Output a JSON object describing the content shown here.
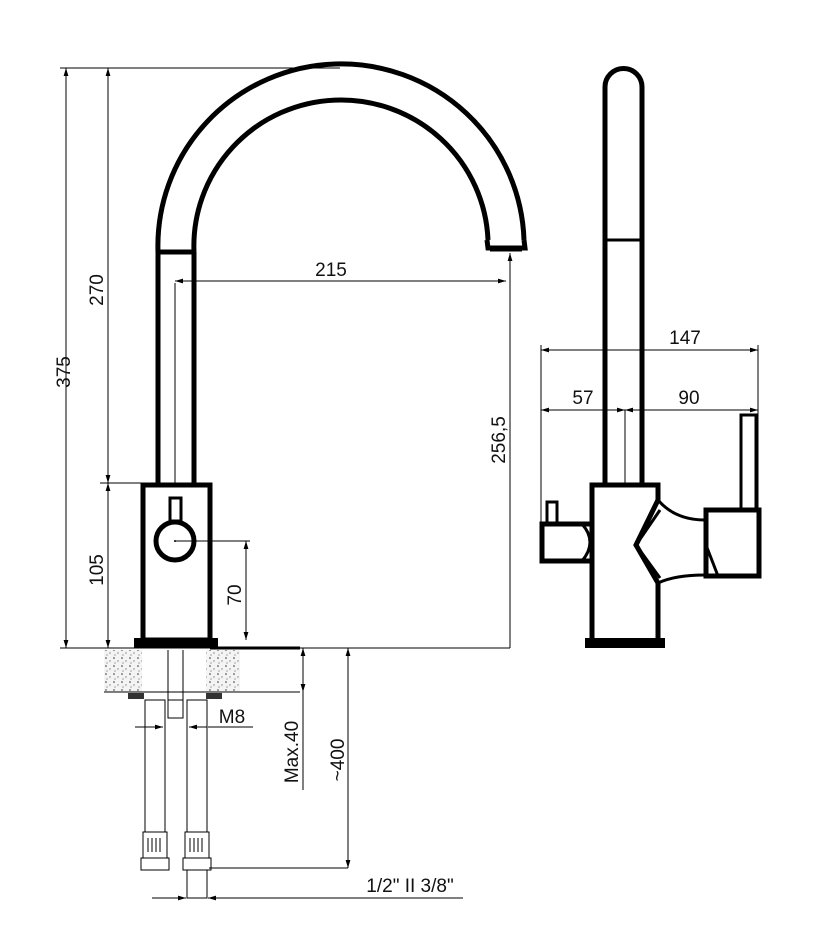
{
  "drawing": {
    "front_view": {
      "dimensions": {
        "total_height": "375",
        "spout_height": "270",
        "body_height": "105",
        "handle_height": "70",
        "spout_reach": "215",
        "spout_clearance": "256,5",
        "thread": "M8",
        "max_counter_thickness": "Max.40",
        "hose_length": "~400",
        "connection": "1/2\" II 3/8\""
      }
    },
    "side_view": {
      "dimensions": {
        "total_width": "147",
        "left_width": "57",
        "right_width": "90"
      }
    },
    "line_color": "#000000"
  }
}
